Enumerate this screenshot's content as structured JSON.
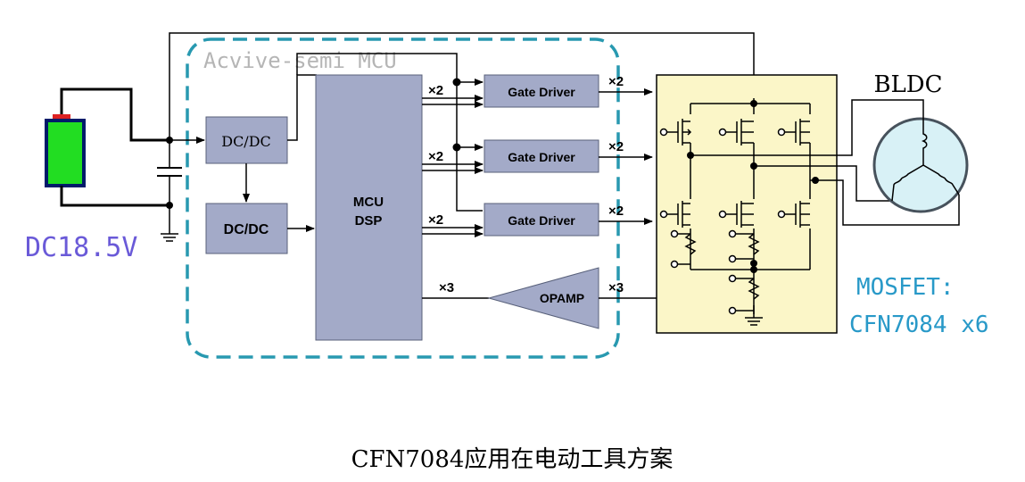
{
  "mcu_boundary_label": "Acvive-semi MCU",
  "battery_label": "DC18.5V",
  "dcdc1_label": "DC/DC",
  "dcdc2_label": "DC/DC",
  "mcu_block": {
    "line1": "MCU",
    "line2": "DSP"
  },
  "gate_drivers": [
    "Gate Driver",
    "Gate Driver",
    "Gate Driver"
  ],
  "gate_in_multipliers": [
    "×2",
    "×2",
    "×2"
  ],
  "gate_out_multipliers": [
    "×2",
    "×2",
    "×2"
  ],
  "opamp_label": "OPAMP",
  "opamp_in_multiplier": "×3",
  "opamp_out_multiplier": "×3",
  "motor_label": "BLDC",
  "mosfet_label_line1": "MOSFET:",
  "mosfet_label_line2": "CFN7084 x6",
  "caption": "CFN7084应用在电动工具方案",
  "colors": {
    "block_fill": "#a3aac8",
    "mosfet_panel": "#fbf6c8",
    "dashed_border": "#2899b0",
    "battery_body": "#22dd22",
    "battery_cap": "#dd2222",
    "battery_text": "#6a5ad8",
    "mosfet_text": "#2899c8",
    "motor_fill": "#d8f1f6"
  }
}
